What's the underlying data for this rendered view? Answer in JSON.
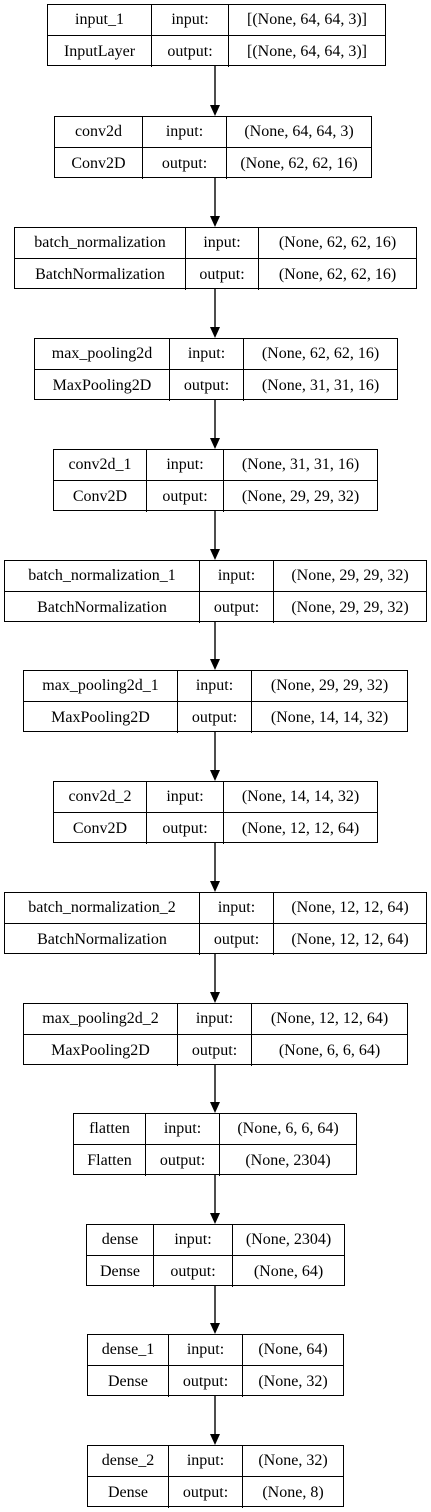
{
  "layers": [
    {
      "name": "input_1",
      "class_name": "InputLayer",
      "input_label": "input:",
      "output_label": "output:",
      "input_shape": "[(None, 64, 64, 3)]",
      "output_shape": "[(None, 64, 64, 3)]"
    },
    {
      "name": "conv2d",
      "class_name": "Conv2D",
      "input_label": "input:",
      "output_label": "output:",
      "input_shape": "(None, 64, 64, 3)",
      "output_shape": "(None, 62, 62, 16)"
    },
    {
      "name": "batch_normalization",
      "class_name": "BatchNormalization",
      "input_label": "input:",
      "output_label": "output:",
      "input_shape": "(None, 62, 62, 16)",
      "output_shape": "(None, 62, 62, 16)"
    },
    {
      "name": "max_pooling2d",
      "class_name": "MaxPooling2D",
      "input_label": "input:",
      "output_label": "output:",
      "input_shape": "(None, 62, 62, 16)",
      "output_shape": "(None, 31, 31, 16)"
    },
    {
      "name": "conv2d_1",
      "class_name": "Conv2D",
      "input_label": "input:",
      "output_label": "output:",
      "input_shape": "(None, 31, 31, 16)",
      "output_shape": "(None, 29, 29, 32)"
    },
    {
      "name": "batch_normalization_1",
      "class_name": "BatchNormalization",
      "input_label": "input:",
      "output_label": "output:",
      "input_shape": "(None, 29, 29, 32)",
      "output_shape": "(None, 29, 29, 32)"
    },
    {
      "name": "max_pooling2d_1",
      "class_name": "MaxPooling2D",
      "input_label": "input:",
      "output_label": "output:",
      "input_shape": "(None, 29, 29, 32)",
      "output_shape": "(None, 14, 14, 32)"
    },
    {
      "name": "conv2d_2",
      "class_name": "Conv2D",
      "input_label": "input:",
      "output_label": "output:",
      "input_shape": "(None, 14, 14, 32)",
      "output_shape": "(None, 12, 12, 64)"
    },
    {
      "name": "batch_normalization_2",
      "class_name": "BatchNormalization",
      "input_label": "input:",
      "output_label": "output:",
      "input_shape": "(None, 12, 12, 64)",
      "output_shape": "(None, 12, 12, 64)"
    },
    {
      "name": "max_pooling2d_2",
      "class_name": "MaxPooling2D",
      "input_label": "input:",
      "output_label": "output:",
      "input_shape": "(None, 12, 12, 64)",
      "output_shape": "(None, 6, 6, 64)"
    },
    {
      "name": "flatten",
      "class_name": "Flatten",
      "input_label": "input:",
      "output_label": "output:",
      "input_shape": "(None, 6, 6, 64)",
      "output_shape": "(None, 2304)"
    },
    {
      "name": "dense",
      "class_name": "Dense",
      "input_label": "input:",
      "output_label": "output:",
      "input_shape": "(None, 2304)",
      "output_shape": "(None, 64)"
    },
    {
      "name": "dense_1",
      "class_name": "Dense",
      "input_label": "input:",
      "output_label": "output:",
      "input_shape": "(None, 64)",
      "output_shape": "(None, 32)"
    },
    {
      "name": "dense_2",
      "class_name": "Dense",
      "input_label": "input:",
      "output_label": "output:",
      "input_shape": "(None, 32)",
      "output_shape": "(None, 8)"
    }
  ]
}
